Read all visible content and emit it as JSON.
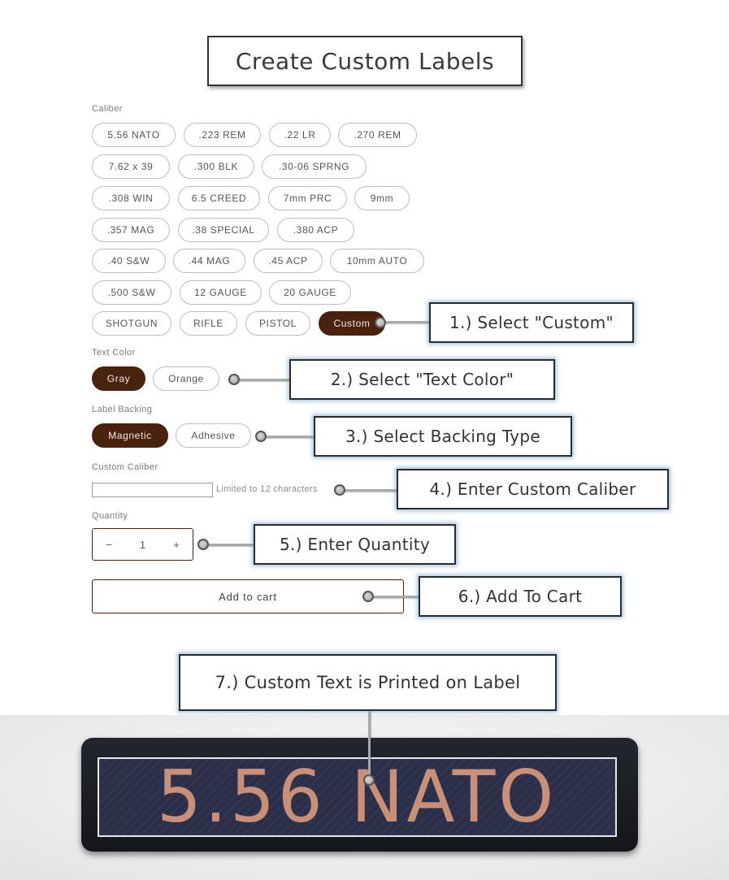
{
  "title": "Create Custom Labels",
  "caliber": {
    "label": "Caliber",
    "options": [
      ".223 REM",
      ".22 LR",
      ".270 REM",
      "7.62 x 39",
      ".300 BLK",
      ".30-06 SPRNG",
      ".308 WIN",
      "6.5 CREED",
      "7mm PRC",
      "9mm",
      ".357 MAG",
      ".38 SPECIAL",
      ".380 ACP",
      ".40 S&W",
      ".44 MAG",
      ".45 ACP",
      "10mm AUTO",
      ".500 S&W",
      "12 GAUGE",
      "20 GAUGE",
      "SHOTGUN",
      "RIFLE",
      "PISTOL",
      "Custom"
    ],
    "first": "5.56 NATO",
    "selected": "Custom"
  },
  "text_color": {
    "label": "Text Color",
    "options": [
      "Gray",
      "Orange"
    ],
    "selected": "Gray"
  },
  "label_backing": {
    "label": "Label Backing",
    "options": [
      "Magnetic",
      "Adhesive"
    ],
    "selected": "Magnetic"
  },
  "custom_caliber": {
    "label": "Custom Caliber",
    "value": "",
    "hint": "Limited to 12 characters"
  },
  "quantity": {
    "label": "Quantity",
    "minus": "−",
    "value": "1",
    "plus": "+"
  },
  "add_to_cart": "Add to cart",
  "callouts": {
    "step1": "1.)  Select \"Custom\"",
    "step2": "2.)  Select \"Text Color\"",
    "step3": "3.)  Select Backing Type",
    "step4": "4.)  Enter Custom Caliber",
    "step5": "5.)  Enter Quantity",
    "step6": "6.)  Add To Cart",
    "step7": "7.)  Custom Text is Printed on Label"
  },
  "label_text": "5.56 NATO",
  "colors": {
    "accent": "#4a230f",
    "label_text": "#c98f77"
  }
}
